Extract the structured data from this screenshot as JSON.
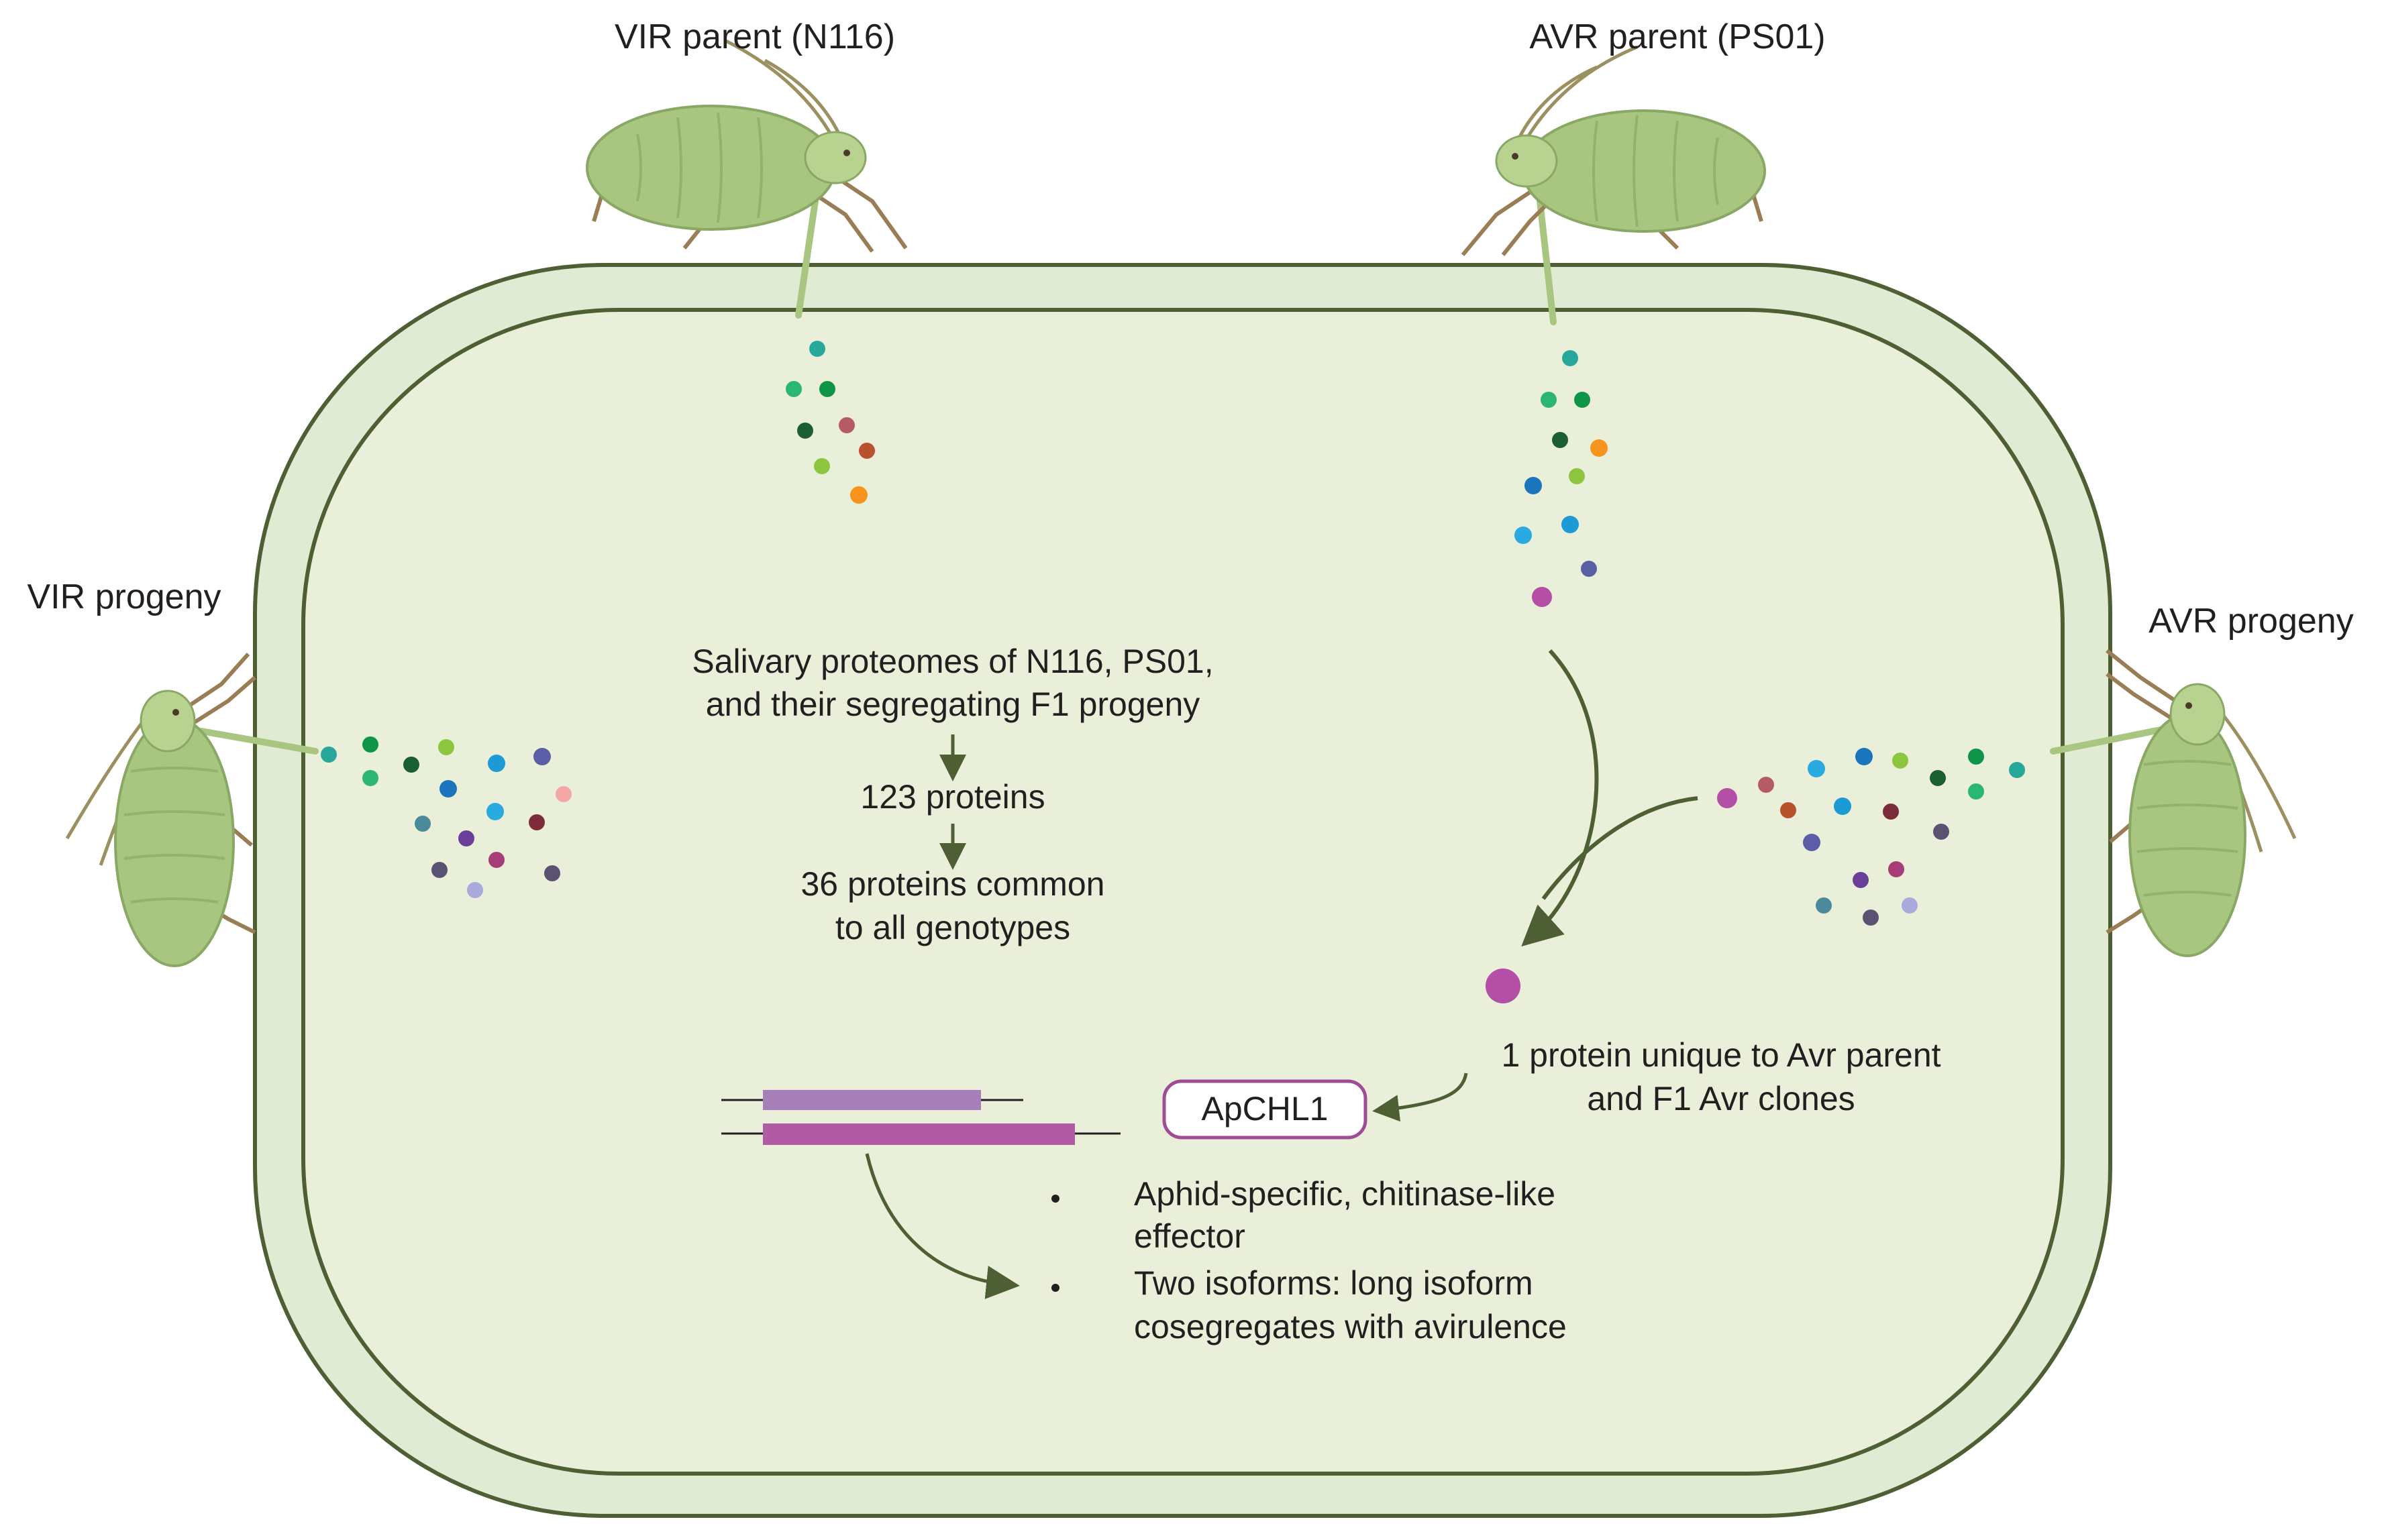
{
  "labels": {
    "vir_parent": "VIR parent (N116)",
    "avr_parent": "AVR parent (PS01)",
    "vir_progeny": "VIR progeny",
    "avr_progeny": "AVR progeny"
  },
  "workflow": {
    "step1_line1": "Salivary proteomes of N116, PS01,",
    "step1_line2": "and their segregating F1 progeny",
    "step2": "123 proteins",
    "step3_line1": "36 proteins common",
    "step3_line2": "to all genotypes"
  },
  "unique": {
    "line1": "1 protein unique to Avr parent",
    "line2": "and F1 Avr clones"
  },
  "gene": {
    "name": "ApCHL1"
  },
  "bullets": {
    "b1_line1": "Aphid-specific, chitinase-like",
    "b1_line2": "effector",
    "b2_line1": "Two isoforms: long isoform",
    "b2_line2": "cosegregates with avirulence"
  },
  "colors": {
    "background": "#ffffff",
    "leaf_outer": "#e1ebd4",
    "leaf_inner": "#e9efd9",
    "leaf_stroke": "#4d5f33",
    "arrow": "#4d5f33",
    "aphid_body": "#a8c67f",
    "aphid_leg": "#9a7d55",
    "isoform_short": "#a77fb8",
    "isoform_long": "#b05ba3",
    "unique_protein": "#b34fa5"
  }
}
